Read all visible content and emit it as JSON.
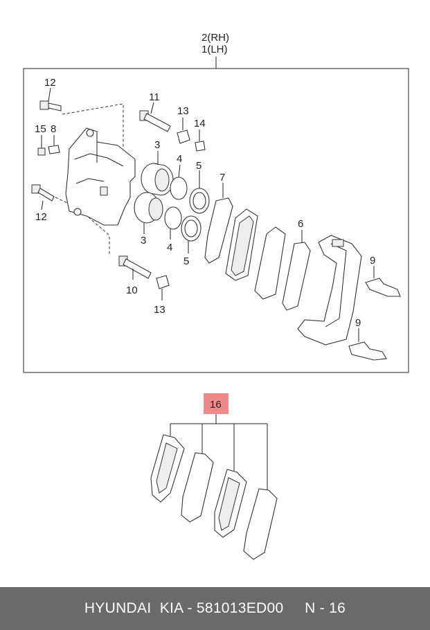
{
  "assembly": {
    "line1": "2(RH)",
    "line2": "1(LH)"
  },
  "callouts": {
    "c12a": "12",
    "c11": "11",
    "c13a": "13",
    "c14": "14",
    "c15": "15",
    "c8": "8",
    "c3a": "3",
    "c4a": "4",
    "c5a": "5",
    "c7": "7",
    "c6": "6",
    "c12b": "12",
    "c3b": "3",
    "c4b": "4",
    "c5b": "5",
    "c9a": "9",
    "c9b": "9",
    "c10": "10",
    "c13b": "13"
  },
  "kit": {
    "label": "16",
    "highlight_color": "#f08a8a"
  },
  "footer": {
    "text": "HYUNDAI  KIA - 581013ED00     N - 16"
  }
}
